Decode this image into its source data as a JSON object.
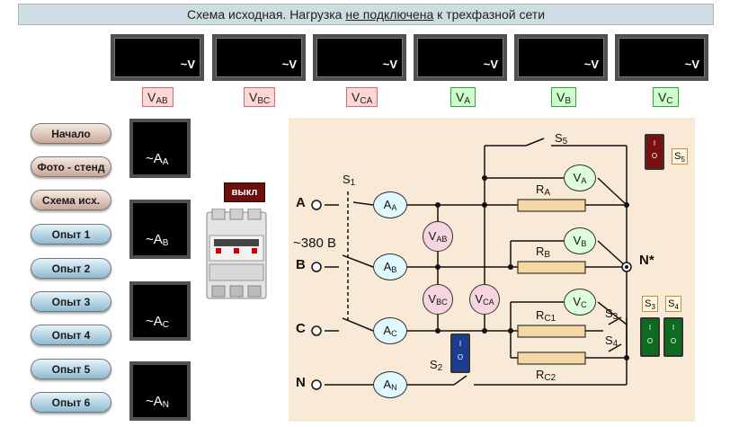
{
  "title": {
    "prefix": "Схема исходная.  Нагрузка ",
    "underlined": "не подключена",
    "suffix": " к трехфазной сети"
  },
  "voltmeters": [
    {
      "unit": "~V",
      "label_main": "V",
      "label_sub": "AB"
    },
    {
      "unit": "~V",
      "label_main": "V",
      "label_sub": "BC"
    },
    {
      "unit": "~V",
      "label_main": "V",
      "label_sub": "CA"
    },
    {
      "unit": "~V",
      "label_main": "V",
      "label_sub": "A"
    },
    {
      "unit": "~V",
      "label_main": "V",
      "label_sub": "B"
    },
    {
      "unit": "~V",
      "label_main": "V",
      "label_sub": "C"
    }
  ],
  "nav_buttons": [
    "Начало",
    "Фото - стенд",
    "Схема исх.",
    "Опыт 1",
    "Опыт 2",
    "Опыт 3",
    "Опыт 4",
    "Опыт 5",
    "Опыт 6"
  ],
  "ammeters": [
    {
      "main": "~A",
      "sub": "A"
    },
    {
      "main": "~A",
      "sub": "B"
    },
    {
      "main": "~A",
      "sub": "C"
    },
    {
      "main": "~A",
      "sub": "N"
    }
  ],
  "power_button": "выкл",
  "circuit": {
    "nodes": {
      "a": "A",
      "b": "B",
      "c": "C",
      "n": "N"
    },
    "supply_voltage": "~380 B",
    "neutral_point": "N*",
    "switches": {
      "s1": {
        "main": "S",
        "sub": "1"
      },
      "s2": {
        "main": "S",
        "sub": "2"
      },
      "s3": {
        "main": "S",
        "sub": "3"
      },
      "s4": {
        "main": "S",
        "sub": "4"
      },
      "s5": {
        "main": "S",
        "sub": "5"
      }
    },
    "resistors": {
      "ra": {
        "main": "R",
        "sub": "A"
      },
      "rb": {
        "main": "R",
        "sub": "B"
      },
      "rc1": {
        "main": "R",
        "sub": "C1"
      },
      "rc2": {
        "main": "R",
        "sub": "C2"
      }
    },
    "meters": {
      "aa": {
        "main": "A",
        "sub": "A"
      },
      "ab": {
        "main": "A",
        "sub": "B"
      },
      "ac": {
        "main": "A",
        "sub": "C"
      },
      "an": {
        "main": "A",
        "sub": "N"
      },
      "vab": {
        "main": "V",
        "sub": "AB"
      },
      "vbc": {
        "main": "V",
        "sub": "BC"
      },
      "vca": {
        "main": "V",
        "sub": "CA"
      },
      "va": {
        "main": "V",
        "sub": "A"
      },
      "vb": {
        "main": "V",
        "sub": "B"
      },
      "vc": {
        "main": "V",
        "sub": "C"
      }
    },
    "switch_badges": {
      "s5": {
        "main": "S",
        "sub": "5"
      },
      "s3": {
        "main": "S",
        "sub": "3"
      },
      "s4": {
        "main": "S",
        "sub": "4"
      }
    },
    "rocker_marks": {
      "on": "I",
      "off": "O"
    }
  },
  "colors": {
    "panel_bg": "#f9e9d7",
    "pink_label": "#ffd6d6",
    "green_label": "#ccffcc",
    "rocker_red": "#7a1010",
    "rocker_blue": "#1a3d8f",
    "rocker_green": "#0f6a1f"
  },
  "icons": [
    "circuit-breaker-icon",
    "rocker-switch-icon"
  ]
}
